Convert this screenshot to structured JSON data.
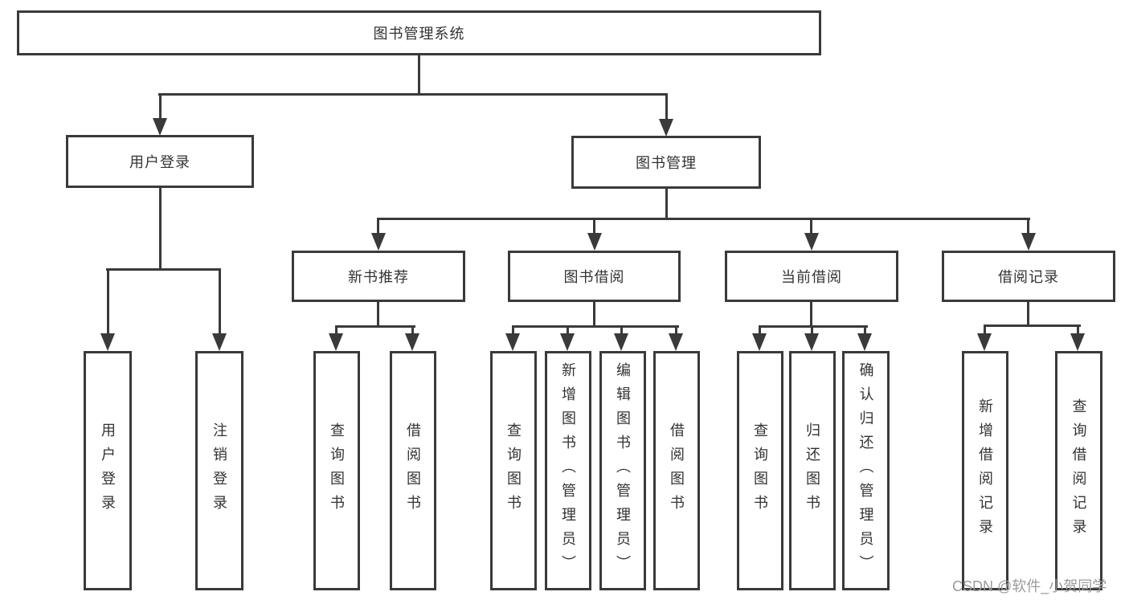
{
  "diagram": {
    "watermark": "CSDN @软件_小贺同学",
    "colors": {
      "line": "#3a3a3a",
      "text": "#333333",
      "background": "#ffffff",
      "watermark": "#9b9b9b"
    },
    "nodes": {
      "root": {
        "label": "图书管理系统"
      },
      "user_login": {
        "label": "用户登录"
      },
      "book_mgmt": {
        "label": "图书管理"
      },
      "new_book_rec": {
        "label": "新书推荐"
      },
      "book_borrow": {
        "label": "图书借阅"
      },
      "current_borrow": {
        "label": "当前借阅"
      },
      "borrow_records": {
        "label": "借阅记录"
      },
      "ul_login": {
        "label": "用户登录"
      },
      "ul_logout": {
        "label": "注销登录"
      },
      "nb_query": {
        "label": "查询图书"
      },
      "nb_borrow": {
        "label": "借阅图书"
      },
      "bb_query": {
        "label": "查询图书"
      },
      "bb_add": {
        "label": "新增图书（管理员）"
      },
      "bb_edit": {
        "label": "编辑图书（管理员）"
      },
      "bb_borrow": {
        "label": "借阅图书"
      },
      "cb_query": {
        "label": "查询图书"
      },
      "cb_return": {
        "label": "归还图书"
      },
      "cb_confirm": {
        "label": "确认归还（管理员）"
      },
      "br_add": {
        "label": "新增借阅记录"
      },
      "br_query": {
        "label": "查询借阅记录"
      }
    },
    "hierarchy": {
      "图书管理系统": {
        "用户登录": [
          "用户登录",
          "注销登录"
        ],
        "图书管理": {
          "新书推荐": [
            "查询图书",
            "借阅图书"
          ],
          "图书借阅": [
            "查询图书",
            "新增图书（管理员）",
            "编辑图书（管理员）",
            "借阅图书"
          ],
          "当前借阅": [
            "查询图书",
            "归还图书",
            "确认归还（管理员）"
          ],
          "借阅记录": [
            "新增借阅记录",
            "查询借阅记录"
          ]
        }
      }
    }
  }
}
